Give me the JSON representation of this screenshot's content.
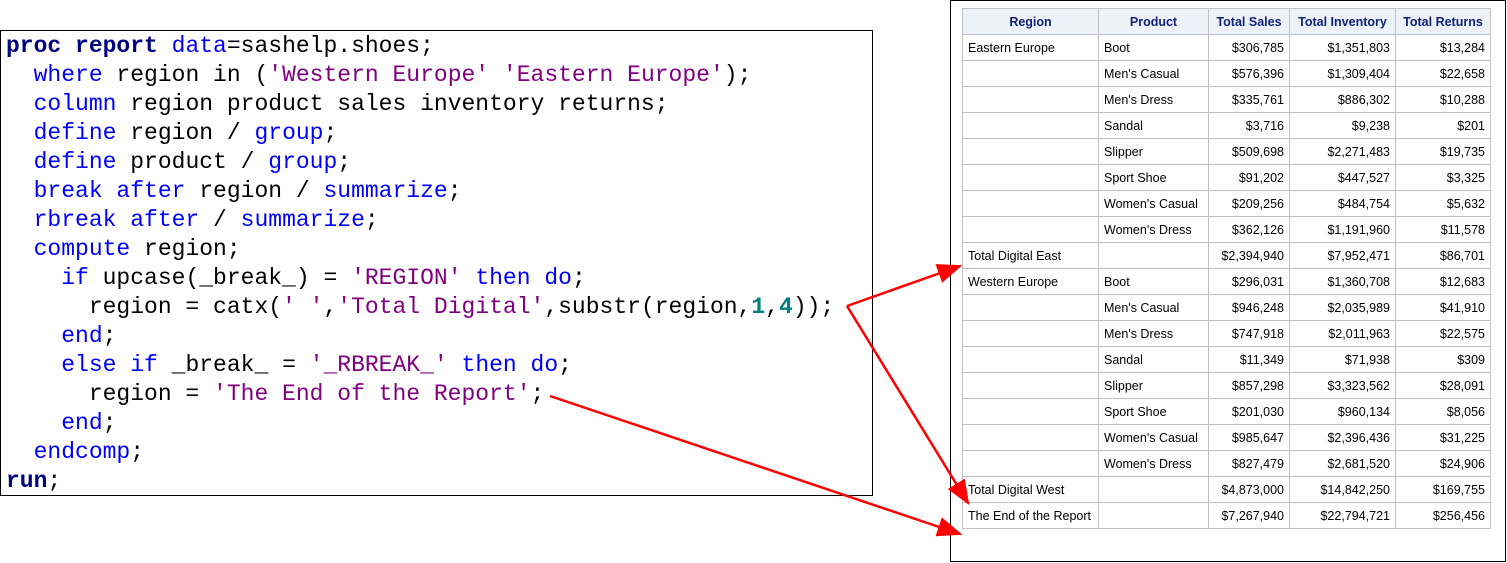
{
  "code": [
    [
      [
        "proc report",
        "pk"
      ],
      [
        " ",
        ""
      ],
      [
        "data",
        "kw"
      ],
      [
        "=sashelp.shoes;",
        ""
      ]
    ],
    [
      [
        "  ",
        ""
      ],
      [
        "where",
        "kw"
      ],
      [
        " region in (",
        ""
      ],
      [
        "'Western Europe'",
        "st"
      ],
      [
        " ",
        ""
      ],
      [
        "'Eastern Europe'",
        "st"
      ],
      [
        ");",
        ""
      ]
    ],
    [
      [
        "  ",
        ""
      ],
      [
        "column",
        "kw"
      ],
      [
        " region product sales inventory returns;",
        ""
      ]
    ],
    [
      [
        "  ",
        ""
      ],
      [
        "define",
        "kw"
      ],
      [
        " region / ",
        ""
      ],
      [
        "group",
        "kw"
      ],
      [
        ";",
        ""
      ]
    ],
    [
      [
        "  ",
        ""
      ],
      [
        "define",
        "kw"
      ],
      [
        " product / ",
        ""
      ],
      [
        "group",
        "kw"
      ],
      [
        ";",
        ""
      ]
    ],
    [
      [
        "  ",
        ""
      ],
      [
        "break after",
        "kw"
      ],
      [
        " region / ",
        ""
      ],
      [
        "summarize",
        "kw"
      ],
      [
        ";",
        ""
      ]
    ],
    [
      [
        "  ",
        ""
      ],
      [
        "rbreak after",
        "kw"
      ],
      [
        " / ",
        ""
      ],
      [
        "summarize",
        "kw"
      ],
      [
        ";",
        ""
      ]
    ],
    [
      [
        "  ",
        ""
      ],
      [
        "compute",
        "kw"
      ],
      [
        " region;",
        ""
      ]
    ],
    [
      [
        "    ",
        ""
      ],
      [
        "if",
        "kw"
      ],
      [
        " upcase(_break_) = ",
        ""
      ],
      [
        "'REGION'",
        "st"
      ],
      [
        " ",
        ""
      ],
      [
        "then do",
        "kw"
      ],
      [
        ";",
        ""
      ]
    ],
    [
      [
        "      region = catx(",
        ""
      ],
      [
        "' '",
        "st"
      ],
      [
        ",",
        ""
      ],
      [
        "'Total Digital'",
        "st"
      ],
      [
        ",substr(region,",
        ""
      ],
      [
        "1",
        "nu"
      ],
      [
        ",",
        ""
      ],
      [
        "4",
        "nu"
      ],
      [
        "));",
        ""
      ]
    ],
    [
      [
        "    ",
        ""
      ],
      [
        "end",
        "kw"
      ],
      [
        ";",
        ""
      ]
    ],
    [
      [
        "    ",
        ""
      ],
      [
        "else if",
        "kw"
      ],
      [
        " _break_ = ",
        ""
      ],
      [
        "'_RBREAK_'",
        "st"
      ],
      [
        " ",
        ""
      ],
      [
        "then do",
        "kw"
      ],
      [
        ";",
        ""
      ]
    ],
    [
      [
        "      region = ",
        ""
      ],
      [
        "'The End of the Report'",
        "st"
      ],
      [
        ";",
        ""
      ]
    ],
    [
      [
        "    ",
        ""
      ],
      [
        "end",
        "kw"
      ],
      [
        ";",
        ""
      ]
    ],
    [
      [
        "  ",
        ""
      ],
      [
        "endcomp",
        "kw"
      ],
      [
        ";",
        ""
      ]
    ],
    [
      [
        "run",
        "pk"
      ],
      [
        ";",
        ""
      ]
    ]
  ],
  "table": {
    "headers": [
      "Region",
      "Product",
      "Total Sales",
      "Total Inventory",
      "Total Returns"
    ],
    "rows": [
      [
        "Eastern Europe",
        "Boot",
        "$306,785",
        "$1,351,803",
        "$13,284"
      ],
      [
        "",
        "Men's Casual",
        "$576,396",
        "$1,309,404",
        "$22,658"
      ],
      [
        "",
        "Men's Dress",
        "$335,761",
        "$886,302",
        "$10,288"
      ],
      [
        "",
        "Sandal",
        "$3,716",
        "$9,238",
        "$201"
      ],
      [
        "",
        "Slipper",
        "$509,698",
        "$2,271,483",
        "$19,735"
      ],
      [
        "",
        "Sport Shoe",
        "$91,202",
        "$447,527",
        "$3,325"
      ],
      [
        "",
        "Women's Casual",
        "$209,256",
        "$484,754",
        "$5,632"
      ],
      [
        "",
        "Women's Dress",
        "$362,126",
        "$1,191,960",
        "$11,578"
      ],
      [
        "Total Digital East",
        "",
        "$2,394,940",
        "$7,952,471",
        "$86,701"
      ],
      [
        "Western Europe",
        "Boot",
        "$296,031",
        "$1,360,708",
        "$12,683"
      ],
      [
        "",
        "Men's Casual",
        "$946,248",
        "$2,035,989",
        "$41,910"
      ],
      [
        "",
        "Men's Dress",
        "$747,918",
        "$2,011,963",
        "$22,575"
      ],
      [
        "",
        "Sandal",
        "$11,349",
        "$71,938",
        "$309"
      ],
      [
        "",
        "Slipper",
        "$857,298",
        "$3,323,562",
        "$28,091"
      ],
      [
        "",
        "Sport Shoe",
        "$201,030",
        "$960,134",
        "$8,056"
      ],
      [
        "",
        "Women's Casual",
        "$985,647",
        "$2,396,436",
        "$31,225"
      ],
      [
        "",
        "Women's Dress",
        "$827,479",
        "$2,681,520",
        "$24,906"
      ],
      [
        "Total Digital West",
        "",
        "$4,873,000",
        "$14,842,250",
        "$169,755"
      ],
      [
        "The End of the Report",
        "",
        "$7,267,940",
        "$22,794,721",
        "$256,456"
      ]
    ]
  },
  "colors": {
    "arrow": "#ff0000",
    "keyword": "#0000ff",
    "string": "#800080",
    "header_bg": "#edf2f9"
  }
}
